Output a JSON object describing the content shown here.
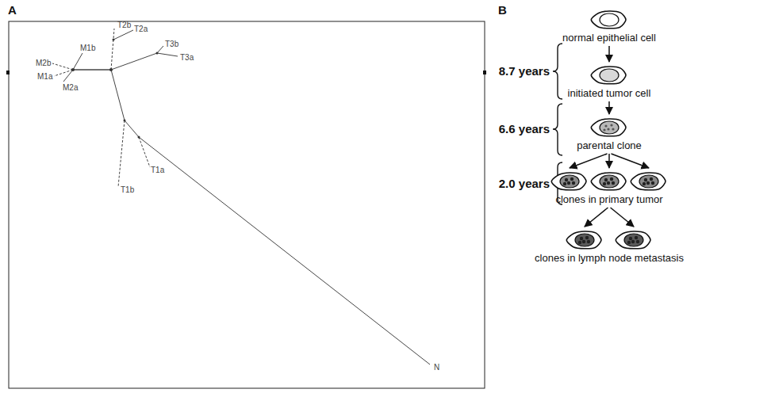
{
  "diagram": {
    "nodes": [
      {
        "text": [
          "normal epithelial cell"
        ]
      },
      {
        "text": [
          "initiated tumor cell"
        ]
      },
      {
        "text": [
          "parental clone"
        ]
      },
      {
        "text": [
          "clones in primary tumor"
        ]
      },
      {
        "text": [
          "clones in lymph node metastasis"
        ]
      }
    ],
    "edges": [
      {
        "from": 0,
        "to": 1,
        "arrow": "to"
      },
      {
        "from": 1,
        "to": 2,
        "arrow": "to"
      },
      {
        "from": 2,
        "to": 3,
        "arrow": "to"
      },
      {
        "from": 3,
        "to": 4,
        "arrow": "to"
      }
    ],
    "labels": [
      "A",
      "B",
      "M1b",
      "M2b",
      "M1a",
      "M2a",
      "T2b",
      "T2a",
      "T3b",
      "T3a",
      "T1a",
      "T1b",
      "N",
      "8.7 years",
      "6.6 years",
      "2.0 years"
    ]
  }
}
